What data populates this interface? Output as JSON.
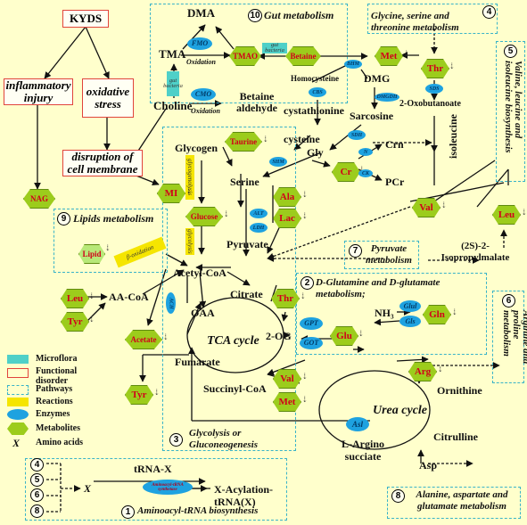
{
  "colors": {
    "background": "#ffffcc",
    "pathway_border": "#39b3c8",
    "disorder_border": "#e0443c",
    "metabolite": "#9ccc1c",
    "enzyme": "#1ea2e0",
    "reaction": "#f5e500",
    "microflora": "#4fd0c8",
    "metabolite_text": "#d1001a"
  },
  "top": {
    "kyds": "KYDS",
    "inflammatory": "inflammatory injury",
    "oxidative": "oxidative stress",
    "disruption": "disruption of cell membrane",
    "nag": "NAG",
    "mi": "MI"
  },
  "gut": {
    "title": "Gut metabolism",
    "num": "10",
    "dma": "DMA",
    "tma": "TMA",
    "tmao": "TMAO",
    "fmo": "FMO",
    "oxidation1": "Oxidation",
    "choline": "Choline",
    "cmo": "CMO",
    "oxidation2": "Oxidation",
    "betaine_aldehyde": "Betaine aldehyde",
    "betaine": "Betaine",
    "gut_bacteria1": "gut bacteria",
    "gut_bacteria2": "gut bacteria",
    "homocysteine": "Homocysteine",
    "bhm": "BHM",
    "cbs": "CBS",
    "dmg": "DMG",
    "dmgdh": "DMGDH",
    "cystathionine": "cystathionine",
    "sarcosine": "Sarcosine",
    "sdh": "SDH"
  },
  "gly": {
    "title": "Glycine, serine and threonine metabolism",
    "num": "4",
    "met": "Met",
    "thr": "Thr",
    "sds": "SDS",
    "oxobutanoate": "2-Oxobutanoate",
    "isoleucine": "isoleucine"
  },
  "val": {
    "title": "Valine, leucine and isoleucine biosynthesis",
    "num": "5",
    "val": "Val",
    "leu": "Leu"
  },
  "glyco": {
    "glycogen": "Glycogen",
    "glycogenolysis": "glycogenolysis",
    "taurine": "Taurine",
    "cysteine": "cysteine",
    "gly": "Gly",
    "shm": "SHM",
    "serine": "Serine",
    "cr": "Cr",
    "n": "N",
    "ck": "CK",
    "crn": "Crn",
    "pcr": "PCr",
    "glucose": "Glucose",
    "glycolysis": "glycolysis",
    "ala": "Ala",
    "alt": "ALT",
    "lac": "Lac",
    "ldh": "LDH",
    "pyruvate": "Pyruvate",
    "acetylcoa": "Acetyl-CoA",
    "citrate": "Citrate",
    "oaa": "OAA",
    "tca": "TCA cycle",
    "og": "2-OG",
    "fumarate": "Fumarate",
    "succinyl": "Succinyl-CoA",
    "val": "Val",
    "met": "Met",
    "thr": "Thr",
    "acetate": "Acetate",
    "tyr": "Tyr",
    "ach": "ACH",
    "num": "3",
    "title": "Glycolysis or Gluconeogenesis"
  },
  "lipids": {
    "title": "Lipids metabolism",
    "num": "9",
    "lipid": "Lipid",
    "boxidation": "β-oxidation"
  },
  "aacoa": {
    "leu": "Leu",
    "tyr": "Tyr",
    "aacoa": "AA-CoA"
  },
  "pyr": {
    "title": "Pyruvate metabolism",
    "num": "7",
    "isopropyl": "(2S)-2-Isopropylmalate"
  },
  "glutamine": {
    "title": "D-Glutamine and D-glutamate metabolism;",
    "num": "2",
    "nh3": "NH₃",
    "glul": "Glul",
    "gls": "Gls",
    "gln": "Gln",
    "glu": "Glu",
    "gpt": "GPT",
    "got": "GOT"
  },
  "arg": {
    "title": "Arginine and proline metabolism",
    "num": "6",
    "arg": "Arg",
    "ornithine": "Ornithine",
    "urea": "Urea cycle",
    "asl": "Asl",
    "citrulline": "Citrulline",
    "argino": "L-Argino succiate",
    "asp": "Asp"
  },
  "ala": {
    "title": "Alanine, aspartate and glutamate metabolism",
    "num": "8"
  },
  "trna": {
    "title": "Aminoacyl-tRNA biosynthesis",
    "num": "1",
    "x": "X",
    "trna": "tRNA-X",
    "synthetase": "Aminoacyl-tRNA synthetase",
    "acylation": "X-Acylation-tRNA(X)",
    "nums": [
      "4",
      "5",
      "6",
      "8"
    ]
  },
  "legend": {
    "items": [
      "Microflora",
      "Functional disorder",
      "Pathways",
      "Reactions",
      "Enzymes",
      "Metabolites",
      "Amino acids"
    ],
    "x": "X"
  }
}
